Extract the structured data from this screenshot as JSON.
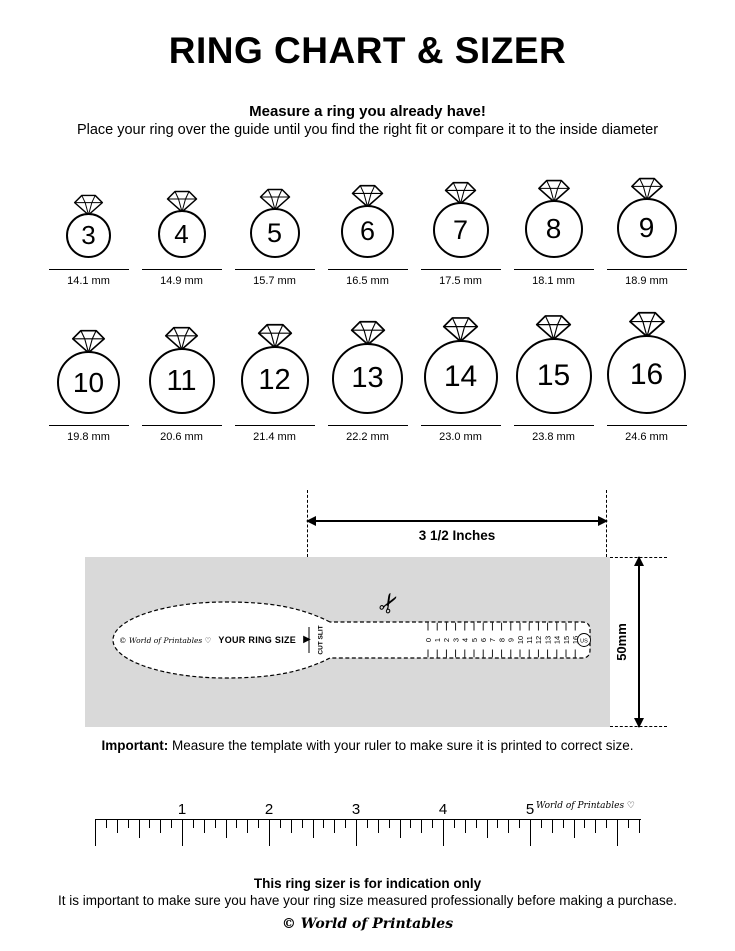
{
  "page": {
    "title": "RING CHART & SIZER",
    "subtitle": "Measure a ring you already have!",
    "instruction": "Place your ring over the guide until you find the right fit or compare it to the inside diameter"
  },
  "ring_chart": {
    "rows": [
      {
        "rings": [
          {
            "size": "3",
            "diameter": "14.1 mm"
          },
          {
            "size": "4",
            "diameter": "14.9 mm"
          },
          {
            "size": "5",
            "diameter": "15.7 mm"
          },
          {
            "size": "6",
            "diameter": "16.5 mm"
          },
          {
            "size": "7",
            "diameter": "17.5 mm"
          },
          {
            "size": "8",
            "diameter": "18.1 mm"
          },
          {
            "size": "9",
            "diameter": "18.9 mm"
          }
        ]
      },
      {
        "rings": [
          {
            "size": "10",
            "diameter": "19.8 mm"
          },
          {
            "size": "11",
            "diameter": "20.6 mm"
          },
          {
            "size": "12",
            "diameter": "21.4 mm"
          },
          {
            "size": "13",
            "diameter": "22.2 mm"
          },
          {
            "size": "14",
            "diameter": "23.0 mm"
          },
          {
            "size": "15",
            "diameter": "23.8 mm"
          },
          {
            "size": "16",
            "diameter": "24.6 mm"
          }
        ]
      }
    ]
  },
  "sizer": {
    "width_label": "3 1/2 Inches",
    "height_label": "50mm",
    "brand": "© World of Printables ♡",
    "ring_size_label": "YOUR RING SIZE",
    "pointer": "▶",
    "cut_slit_label": "CUT SLIT",
    "scissors_icon": "✂",
    "scale_numbers": [
      "0",
      "1",
      "2",
      "3",
      "4",
      "5",
      "6",
      "7",
      "8",
      "9",
      "10",
      "11",
      "12",
      "13",
      "14",
      "15",
      "16"
    ],
    "us_label": "US"
  },
  "important_note": {
    "label": "Important:",
    "text": " Measure the template with your ruler to make sure it is printed to correct size."
  },
  "ruler": {
    "numbers": [
      "1",
      "2",
      "3",
      "4",
      "5"
    ],
    "brand": "World of Printables ♡"
  },
  "footer": {
    "bold_line": "This ring sizer is for indication only",
    "text_line": "It is important to make sure you have your ring size measured professionally before making a purchase.",
    "copyright": "© World of Printables"
  }
}
